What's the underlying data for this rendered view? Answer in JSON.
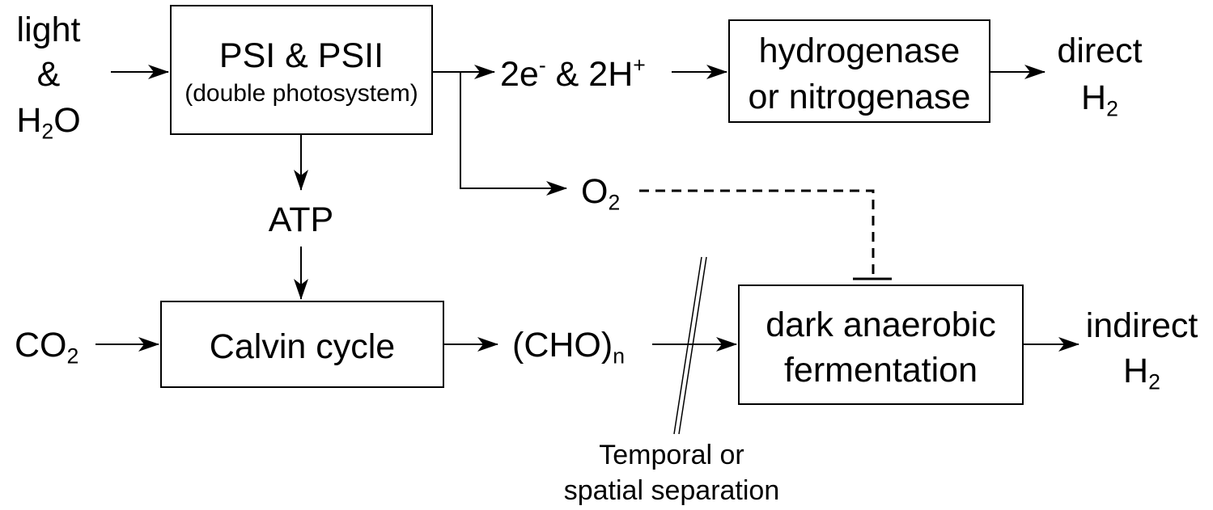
{
  "inputs": {
    "light": "light",
    "amp": "&",
    "water_main": "H",
    "water_sub": "2",
    "water_end": "O",
    "co2_main": "CO",
    "co2_sub": "2"
  },
  "boxes": {
    "psi_title": "PSI & PSII",
    "psi_sub": "(double photosystem)",
    "hydrogenase_line1": "hydrogenase",
    "hydrogenase_line2": "or nitrogenase",
    "calvin": "Calvin cycle",
    "dark_line1": "dark anaerobic",
    "dark_line2": "fermentation"
  },
  "intermediates": {
    "electrons_a": "2e",
    "electrons_sup": "-",
    "electrons_b": " & 2H",
    "protons_sup": "+",
    "o2_main": "O",
    "o2_sub": "2",
    "atp": "ATP",
    "cho_main": "(CHO)",
    "cho_sub": "n"
  },
  "outputs": {
    "direct": "direct",
    "direct_h": "H",
    "direct_sub": "2",
    "indirect": "indirect",
    "indirect_h": "H",
    "indirect_sub": "2"
  },
  "separation": {
    "line1": "Temporal or",
    "line2": "spatial separation"
  }
}
